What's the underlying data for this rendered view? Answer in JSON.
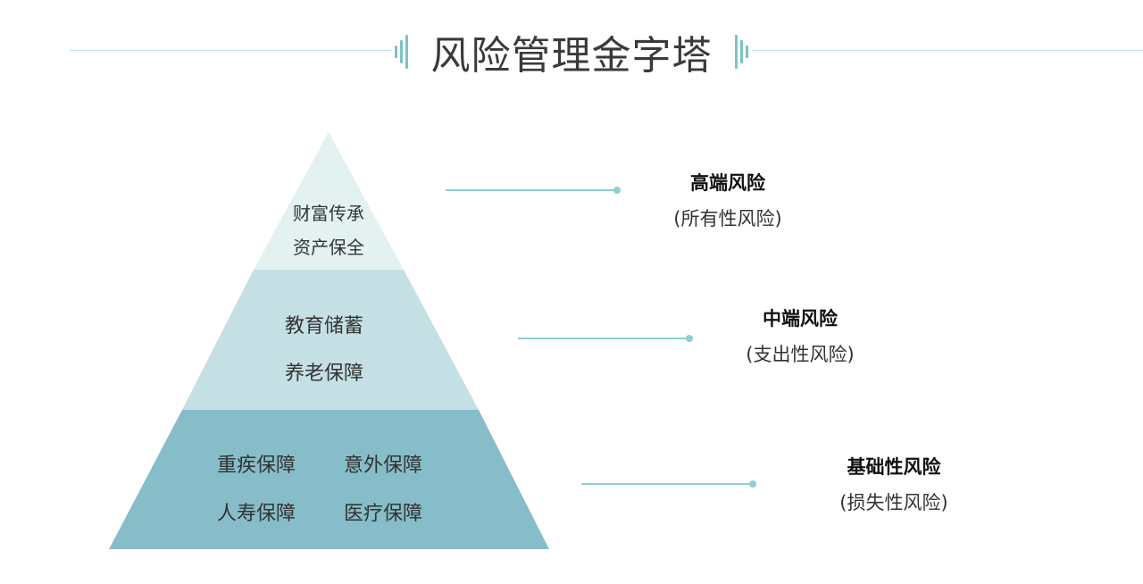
{
  "title": "风险管理金字塔",
  "colors": {
    "tier_top": "#e3f1f1",
    "tier_mid": "#c5e0e5",
    "tier_base": "#86bdc9",
    "accent": "#8ecfd2",
    "title_bars": "#7cc3c7"
  },
  "pyramid": {
    "top": {
      "lines": [
        "财富传承",
        "资产保全"
      ]
    },
    "middle": {
      "lines": [
        "教育储蓄",
        "养老保障"
      ]
    },
    "base": {
      "items": [
        "重疾保障",
        "意外保障",
        "人寿保障",
        "医疗保障"
      ]
    }
  },
  "risks": [
    {
      "name": "高端风险",
      "type": "(所有性风险)"
    },
    {
      "name": "中端风险",
      "type": "(支出性风险)"
    },
    {
      "name": "基础性风险",
      "type": "(损失性风险)"
    }
  ]
}
